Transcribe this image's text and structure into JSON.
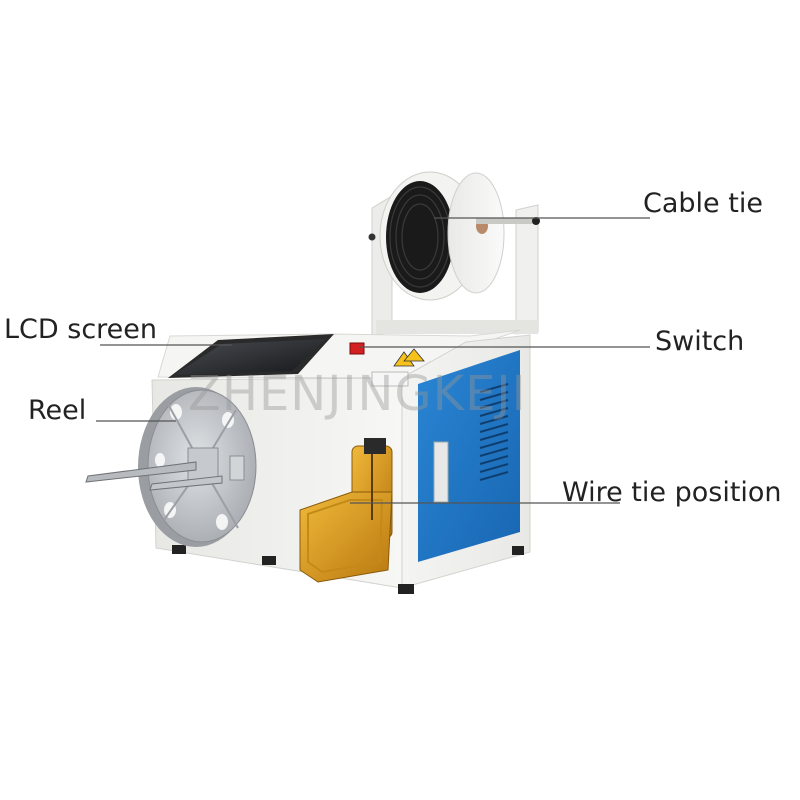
{
  "labels": {
    "cable_tie": "Cable tie",
    "lcd_screen": "LCD screen",
    "switch": "Switch",
    "reel": "Reel",
    "wire_tie_position": "Wire tie position"
  },
  "watermark": "ZHENJINGKEJI",
  "colors": {
    "background": "#ffffff",
    "body_white": "#f2f2f0",
    "panel_blue": "#1f78c8",
    "bracket_gold": "#d99a1e",
    "reel_silver": "#bfc3c8",
    "screen_black": "#1c1c1c",
    "switch_red": "#d42020",
    "leader_line": "#555555"
  },
  "icons": [
    "warning-label-icon",
    "vent-grille-icon"
  ]
}
